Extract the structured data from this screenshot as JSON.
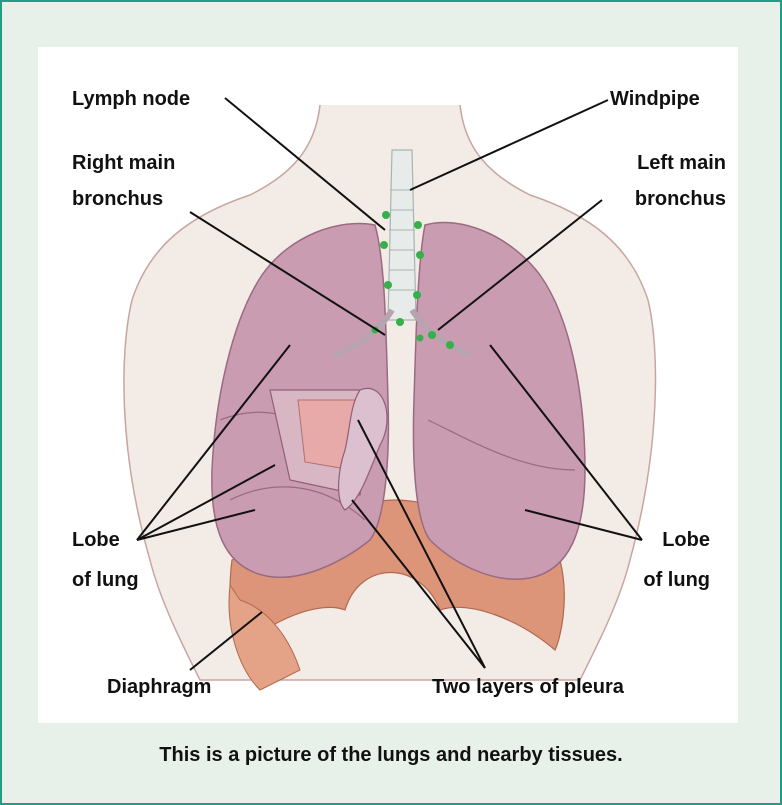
{
  "caption": "This is a picture of the lungs and nearby tissues.",
  "labels": {
    "lymph_node": "Lymph node",
    "windpipe": "Windpipe",
    "right_main_bronchus_line1": "Right main",
    "right_main_bronchus_line2": "bronchus",
    "left_main_bronchus_line1": "Left main",
    "left_main_bronchus_line2": "bronchus",
    "lobe_left_line1": "Lobe",
    "lobe_left_line2": "of lung",
    "lobe_right_line1": "Lobe",
    "lobe_right_line2": "of lung",
    "diaphragm": "Diaphragm",
    "pleura": "Two layers of pleura"
  },
  "colors": {
    "border": "#1f9e86",
    "background": "#e7f1ea",
    "lung": "#c99cb1",
    "diaphragm": "#dd957a",
    "lymph": "#35b04a",
    "skin": "#efe4de"
  }
}
